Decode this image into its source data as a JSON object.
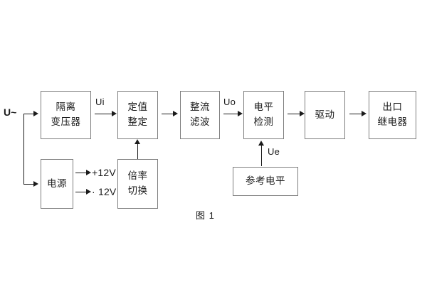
{
  "diagram": {
    "caption": "图 1",
    "colors": {
      "box_border": "#7e7e7e",
      "line": "#1b1b1b",
      "background": "#ffffff"
    },
    "input_label": "U~",
    "blocks": [
      {
        "id": "isolation-transformer",
        "lines": [
          "隔离",
          "变压器"
        ]
      },
      {
        "id": "setting-value",
        "lines": [
          "定值",
          "整定"
        ]
      },
      {
        "id": "rectify-filter",
        "lines": [
          "整流",
          "滤波"
        ]
      },
      {
        "id": "level-detect",
        "lines": [
          "电平",
          "检测"
        ]
      },
      {
        "id": "drive",
        "lines": [
          "驱动"
        ]
      },
      {
        "id": "output-relay",
        "lines": [
          "出口",
          "继电器"
        ]
      },
      {
        "id": "power-supply",
        "lines": [
          "电源"
        ]
      },
      {
        "id": "multiplier-switch",
        "lines": [
          "倍率",
          "切换"
        ]
      },
      {
        "id": "reference-level",
        "lines": [
          "参考电平"
        ]
      }
    ],
    "signal_labels": [
      {
        "id": "ui",
        "text": "Ui"
      },
      {
        "id": "uo",
        "text": "Uo"
      },
      {
        "id": "ue",
        "text": "Ue"
      }
    ],
    "supply_rails": [
      {
        "id": "positive-12v",
        "text": "+12V"
      },
      {
        "id": "negative-12v",
        "text": "· 12V"
      }
    ]
  }
}
